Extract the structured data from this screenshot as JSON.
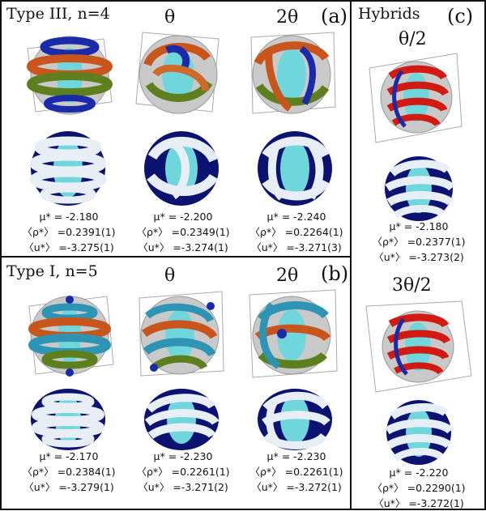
{
  "panels": {
    "a": {
      "label": "(a)",
      "type_label": "Type III, n=4",
      "col_labels": [
        "θ",
        "2θ"
      ],
      "stats": [
        {
          "mu": "μ* = -2.180",
          "rho": "〈ρ*〉 =0.2391(1)",
          "u": "〈u*〉 =-3.275(1)"
        },
        {
          "mu": "μ* = -2.200",
          "rho": "〈ρ*〉 =0.2349(1)",
          "u": "〈u*〉 =-3.274(1)"
        },
        {
          "mu": "μ* = -2.240",
          "rho": "〈ρ*〉 =0.2264(1)",
          "u": "〈u*〉 =-3.271(3)"
        }
      ]
    },
    "b": {
      "label": "(b)",
      "type_label": "Type I, n=5",
      "col_labels": [
        "θ",
        "2θ"
      ],
      "stats": [
        {
          "mu": "μ* = -2.170",
          "rho": "〈ρ*〉 =0.2384(1)",
          "u": "〈u*〉 =-3.279(1)"
        },
        {
          "mu": "μ* = -2.230",
          "rho": "〈ρ*〉 =0.2261(1)",
          "u": "〈u*〉 =-3.271(2)"
        },
        {
          "mu": "μ* = -2.230",
          "rho": "〈ρ*〉 =0.2261(1)",
          "u": "〈u*〉 =-3.272(1)"
        }
      ]
    },
    "c": {
      "label": "(c)",
      "title": "Hybrids",
      "col_labels": [
        "θ/2",
        "3θ/2"
      ],
      "stats": [
        {
          "mu": "μ* = -2.180",
          "rho": "〈ρ*〉 =0.2377(1)",
          "u": "〈u*〉 =-3.273(2)"
        },
        {
          "mu": "μ* = -2.220",
          "rho": "〈ρ*〉 =0.2290(1)",
          "u": "〈u*〉 =-3.272(1)"
        }
      ]
    }
  },
  "colors": {
    "shell": "#bdbdbd",
    "core": "#6fd6dc",
    "navy": "#0b1270",
    "orange": "#c8561c",
    "green": "#5e7f1e",
    "blue": "#1a2aa8",
    "teal": "#2d94b3",
    "red": "#d11a12",
    "white_ring": "#e8eef5"
  }
}
